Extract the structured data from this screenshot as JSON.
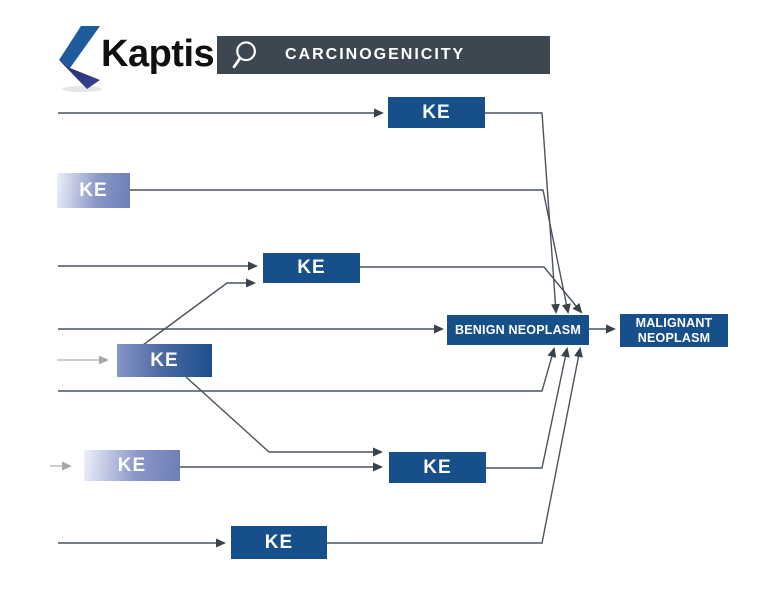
{
  "header": {
    "brand": "Kaptis",
    "search": {
      "label": "CARCINOGENICITY"
    }
  },
  "diagram": {
    "nodes": [
      {
        "id": "ke-top",
        "label": "KE"
      },
      {
        "id": "ke-upper-left",
        "label": "KE"
      },
      {
        "id": "ke-mid",
        "label": "KE"
      },
      {
        "id": "ke-center",
        "label": "KE"
      },
      {
        "id": "benign-neoplasm",
        "label": "BENIGN NEOPLASM"
      },
      {
        "id": "malignant-neoplasm",
        "label": "MALIGNANT NEOPLASM"
      },
      {
        "id": "ke-lower-left",
        "label": "KE"
      },
      {
        "id": "ke-lower-mid",
        "label": "KE"
      },
      {
        "id": "ke-bottom",
        "label": "KE"
      }
    ],
    "edges": [
      {
        "from": "offscreen-left",
        "to": "ke-top"
      },
      {
        "from": "ke-top",
        "to": "benign-neoplasm"
      },
      {
        "from": "ke-upper-left",
        "to": "benign-neoplasm"
      },
      {
        "from": "offscreen-left",
        "to": "ke-mid"
      },
      {
        "from": "ke-mid",
        "to": "benign-neoplasm"
      },
      {
        "from": "offscreen-left",
        "to": "benign-neoplasm"
      },
      {
        "from": "benign-neoplasm",
        "to": "malignant-neoplasm"
      },
      {
        "from": "offscreen-left",
        "to": "benign-neoplasm-bottom"
      },
      {
        "from": "ke-center",
        "to": "ke-mid"
      },
      {
        "from": "ke-center",
        "to": "ke-lower-mid"
      },
      {
        "from": "ke-lower-left",
        "to": "ke-lower-mid"
      },
      {
        "from": "ke-lower-mid",
        "to": "benign-neoplasm"
      },
      {
        "from": "offscreen-left",
        "to": "ke-bottom"
      },
      {
        "from": "ke-bottom",
        "to": "benign-neoplasm"
      },
      {
        "from": "offscreen-left",
        "to": "ke-center"
      },
      {
        "from": "offscreen-left",
        "to": "ke-lower-left"
      }
    ]
  },
  "colors": {
    "node_blue": "#174f8b",
    "node_gradient_light_from": "#edeff8",
    "node_gradient_light_to": "#6d7eb6",
    "node_gradient_mid_from": "#8496c5",
    "edge_line": "#4b545e",
    "edge_line_light": "#b9bfc5",
    "search_bar": "#3d4751",
    "logo_blue": "#1e5b9c",
    "logo_indigo": "#2b356e"
  }
}
